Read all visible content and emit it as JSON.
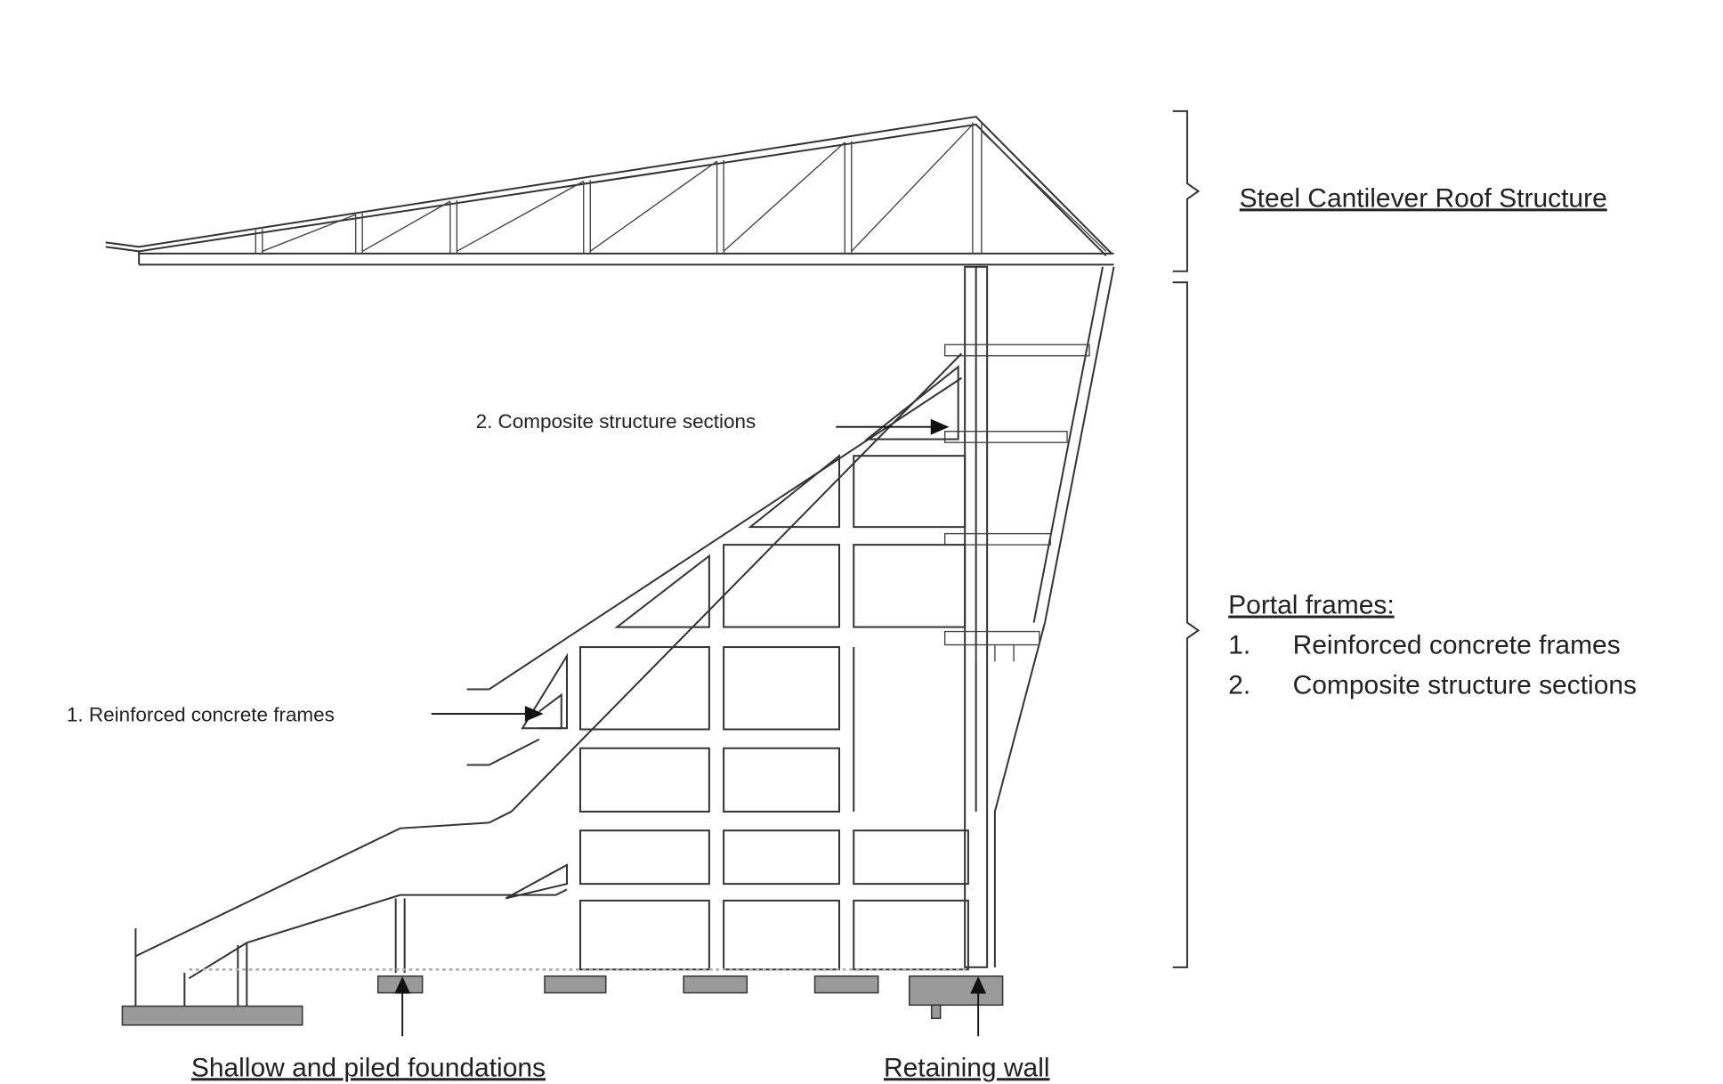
{
  "labels": {
    "roof": "Steel Cantilever Roof Structure",
    "portal_title": "Portal frames:",
    "portal_items": [
      {
        "num": "1.",
        "text": "Reinforced concrete frames"
      },
      {
        "num": "2.",
        "text": "Composite structure sections"
      }
    ],
    "callout_composite": "2. Composite structure sections",
    "callout_concrete": "1. Reinforced concrete frames",
    "foundations": "Shallow and piled foundations",
    "retaining_wall": "Retaining wall"
  }
}
